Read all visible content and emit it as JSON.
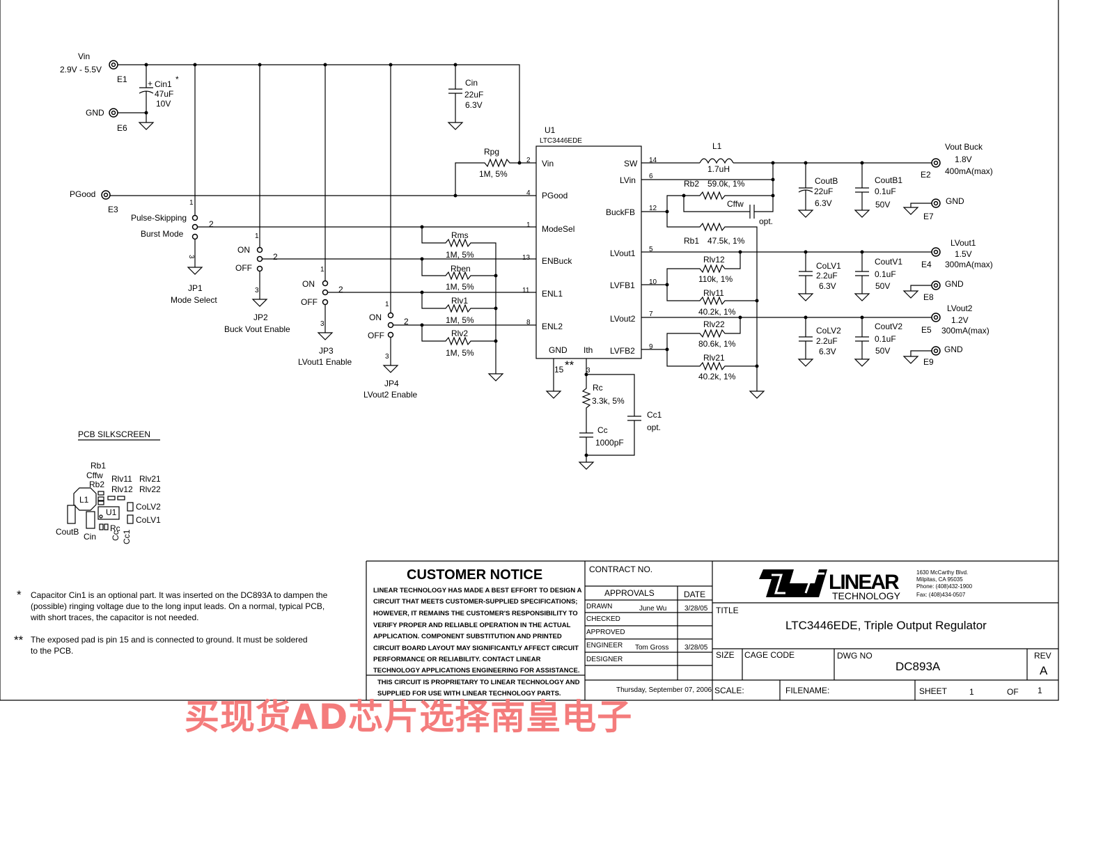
{
  "connectors": {
    "vin": {
      "name": "Vin",
      "range": "2.9V - 5.5V",
      "ref": "E1"
    },
    "gnd_in": {
      "name": "GND",
      "ref": "E6"
    },
    "pgood": {
      "name": "PGood",
      "ref": "E3"
    },
    "vout_buck": {
      "name": "Vout Buck",
      "volt": "1.8V",
      "current": "400mA(max)",
      "ref": "E2"
    },
    "gnd_e7": {
      "name": "GND",
      "ref": "E7"
    },
    "lvout1": {
      "name": "LVout1",
      "volt": "1.5V",
      "current": "300mA(max)",
      "ref": "E4"
    },
    "gnd_e8": {
      "name": "GND",
      "ref": "E8"
    },
    "lvout2": {
      "name": "LVout2",
      "volt": "1.2V",
      "current": "300mA(max)",
      "ref": "E5"
    },
    "gnd_e9": {
      "name": "GND",
      "ref": "E9"
    }
  },
  "components": {
    "cin1": {
      "name": "Cin1",
      "star": "*",
      "value": "47uF",
      "rating": "10V"
    },
    "cin": {
      "name": "Cin",
      "value": "22uF",
      "rating": "6.3V"
    },
    "rpg": {
      "name": "Rpg",
      "value": "1M, 5%"
    },
    "rms": {
      "name": "Rms",
      "value": "1M, 5%"
    },
    "rben": {
      "name": "Rben",
      "value": "1M, 5%"
    },
    "rlv1": {
      "name": "Rlv1",
      "value": "1M, 5%"
    },
    "rlv2": {
      "name": "Rlv2",
      "value": "1M, 5%"
    },
    "l1": {
      "name": "L1",
      "value": "1.7uH"
    },
    "rb2": {
      "name": "Rb2",
      "value": "59.0k, 1%"
    },
    "cffw": {
      "name": "Cffw",
      "value": "opt."
    },
    "rb1": {
      "name": "Rb1",
      "value": "47.5k, 1%"
    },
    "rlv12": {
      "name": "Rlv12",
      "value": "110k, 1%"
    },
    "rlv11": {
      "name": "Rlv11",
      "value": "40.2k, 1%"
    },
    "rlv22": {
      "name": "Rlv22",
      "value": "80.6k, 1%"
    },
    "rlv21": {
      "name": "Rlv21",
      "value": "40.2k, 1%"
    },
    "coutb": {
      "name": "CoutB",
      "value": "22uF",
      "rating": "6.3V"
    },
    "coutb1": {
      "name": "CoutB1",
      "value": "0.1uF",
      "rating": "50V"
    },
    "colv1": {
      "name": "CoLV1",
      "value": "2.2uF",
      "rating": "6.3V"
    },
    "coutv1": {
      "name": "CoutV1",
      "value": "0.1uF",
      "rating": "50V"
    },
    "colv2": {
      "name": "CoLV2",
      "value": "2.2uF",
      "rating": "6.3V"
    },
    "coutv2": {
      "name": "CoutV2",
      "value": "0.1uF",
      "rating": "50V"
    },
    "rc": {
      "name": "Rc",
      "value": "3.3k, 5%"
    },
    "cc": {
      "name": "Cc",
      "value": "1000pF"
    },
    "cc1": {
      "name": "Cc1",
      "value": "opt."
    }
  },
  "ic": {
    "ref": "U1",
    "part": "LTC3446EDE",
    "pins_left": [
      {
        "num": "2",
        "label": "Vin"
      },
      {
        "num": "4",
        "label": "PGood"
      },
      {
        "num": "1",
        "label": "ModeSel"
      },
      {
        "num": "13",
        "label": "ENBuck"
      },
      {
        "num": "11",
        "label": "ENL1"
      },
      {
        "num": "8",
        "label": "ENL2"
      }
    ],
    "pins_right": [
      {
        "num": "14",
        "label": "SW"
      },
      {
        "num": "6",
        "label": "LVin"
      },
      {
        "num": "12",
        "label": "BuckFB"
      },
      {
        "num": "5",
        "label": "LVout1"
      },
      {
        "num": "10",
        "label": "LVFB1"
      },
      {
        "num": "7",
        "label": "LVout2"
      },
      {
        "num": "9",
        "label": "LVFB2"
      }
    ],
    "pins_bottom": [
      {
        "num": "15",
        "label": "GND",
        "mark": "**"
      },
      {
        "num": "3",
        "label": "Ith"
      }
    ]
  },
  "jumpers": {
    "jp1": {
      "name": "JP1",
      "desc": "Mode Select",
      "opt_a": "Pulse-Skipping",
      "opt_b": "Burst Mode",
      "pin1": "1",
      "pin2": "2",
      "pin3": "3"
    },
    "jp2": {
      "name": "JP2",
      "desc": "Buck Vout Enable",
      "on": "ON",
      "off": "OFF",
      "pin1": "1",
      "pin2": "2",
      "pin3": "3"
    },
    "jp3": {
      "name": "JP3",
      "desc": "LVout1 Enable",
      "on": "ON",
      "off": "OFF",
      "pin1": "1",
      "pin2": "2",
      "pin3": "3"
    },
    "jp4": {
      "name": "JP4",
      "desc": "LVout2 Enable",
      "on": "ON",
      "off": "OFF",
      "pin1": "1",
      "pin2": "2",
      "pin3": "3"
    }
  },
  "silkscreen": {
    "title": "PCB SILKSCREEN",
    "labels": [
      "Rb1",
      "Cffw",
      "Rb2",
      "Rlv11",
      "Rlv21",
      "Rlv12",
      "Rlv22",
      "L1",
      "U1",
      "CoLV2",
      "CoLV1",
      "CoutB",
      "Cin",
      "Rc",
      "Cc",
      "Cc1"
    ]
  },
  "notes": [
    {
      "mark": "*",
      "lines": [
        "Capacitor Cin1 is an optional part. It was inserted on the DC893A to dampen the",
        "(possible) ringing voltage due to the long input leads. On a normal, typical PCB,",
        "with short traces, the capacitor is not needed."
      ]
    },
    {
      "mark": "**",
      "lines": [
        "The exposed pad is pin 15 and is connected to ground. It must be soldered",
        "to the PCB."
      ]
    }
  ],
  "title_block": {
    "notice_title": "CUSTOMER NOTICE",
    "notice_lines": [
      "LINEAR TECHNOLOGY HAS MADE A BEST EFFORT TO DESIGN A",
      "CIRCUIT THAT MEETS CUSTOMER-SUPPLIED SPECIFICATIONS;",
      "HOWEVER, IT REMAINS THE CUSTOMER'S RESPONSIBILITY TO",
      "VERIFY PROPER AND RELIABLE OPERATION IN THE ACTUAL",
      "APPLICATION.  COMPONENT SUBSTITUTION AND PRINTED",
      "CIRCUIT BOARD LAYOUT MAY SIGNIFICANTLY AFFECT CIRCUIT",
      "PERFORMANCE OR RELIABILITY.  CONTACT LINEAR",
      "TECHNOLOGY APPLICATIONS ENGINEERING FOR ASSISTANCE."
    ],
    "proprietary_lines": [
      "THIS CIRCUIT IS PROPRIETARY TO LINEAR TECHNOLOGY AND",
      "SUPPLIED FOR USE WITH LINEAR TECHNOLOGY PARTS."
    ],
    "contract_label": "CONTRACT NO.",
    "approvals_label": "APPROVALS",
    "date_label": "DATE",
    "drawn_label": "DRAWN",
    "drawn_by": "June Wu",
    "drawn_date": "3/28/05",
    "checked_label": "CHECKED",
    "approved_label": "APPROVED",
    "engineer_label": "ENGINEER",
    "engineer": "Tom Gross",
    "engineer_date": "3/28/05",
    "designer_label": "DESIGNER",
    "print_date": "Thursday, September 07, 2006",
    "company_logo": "LINEAR",
    "company_sub": "TECHNOLOGY",
    "address": [
      "1630 McCarthy Blvd.",
      "Milpitas, CA 95035",
      "Phone: (408)432-1900",
      "Fax: (408)434-0507"
    ],
    "title_label": "TITLE",
    "title": "LTC3446EDE, Triple Output Regulator",
    "size_label": "SIZE",
    "cage_label": "CAGE CODE",
    "dwg_label": "DWG NO",
    "dwg_no": "DC893A",
    "rev_label": "REV",
    "rev": "A",
    "scale_label": "SCALE:",
    "filename_label": "FILENAME:",
    "sheet_label": "SHEET",
    "sheet": "1",
    "of_label": "OF",
    "of": "1"
  },
  "watermark": "买现货AD芯片选择南皇电子"
}
